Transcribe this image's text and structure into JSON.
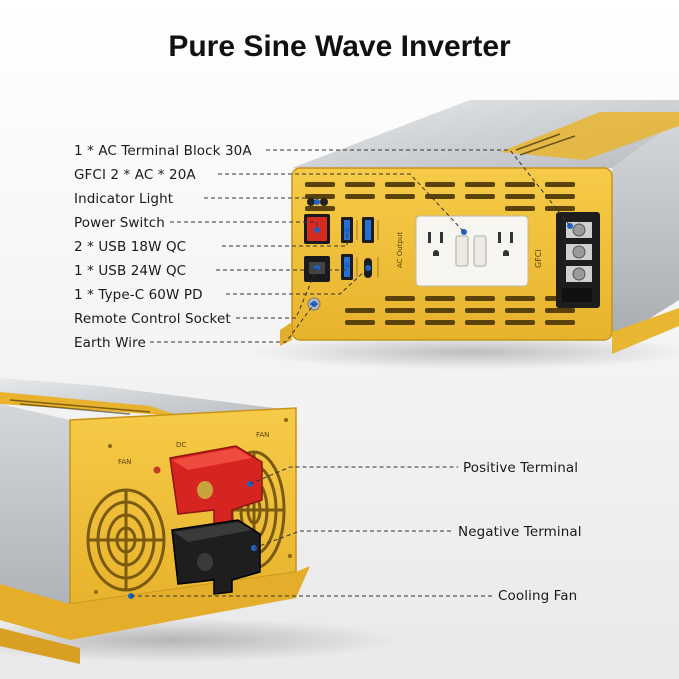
{
  "title": "Pure Sine Wave Inverter",
  "rear_panel_labels": [
    "1 * AC Terminal Block 30A",
    "GFCI  2 * AC * 20A",
    "Indicator Light",
    "Power Switch",
    "2 * USB 18W QC",
    "1 * USB 24W QC",
    "1 * Type-C 60W PD",
    "Remote Control Socket",
    "Earth Wire"
  ],
  "dc_panel_labels": [
    "Positive Terminal",
    "Negative Terminal",
    "Cooling Fan"
  ],
  "panel_markings": {
    "gfci": "GFCI",
    "ac_output": "AC Output",
    "fan_left": "FAN",
    "fan_right": "FAN",
    "dc": "DC"
  },
  "colors": {
    "panel_yellow": "#f2c23a",
    "panel_dark_yellow": "#d9a521",
    "housing_silver": "#c9cccf",
    "callout_blue": "#1e63c9",
    "positive_red": "#d62420",
    "negative_black": "#1e1e1e"
  }
}
